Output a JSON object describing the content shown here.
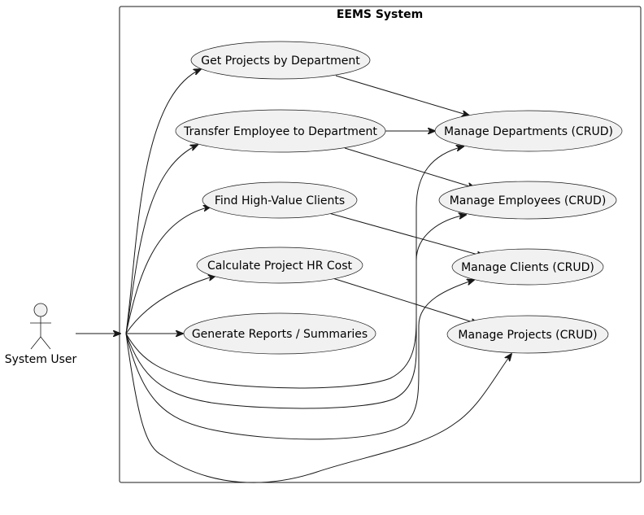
{
  "system": {
    "title": "EEMS System"
  },
  "actor": {
    "label": "System User"
  },
  "use_cases": {
    "get_projects_by_department": "Get Projects by Department",
    "transfer_employee": "Transfer Employee to Department",
    "find_high_value_clients": "Find High-Value Clients",
    "calculate_project_hr_cost": "Calculate Project HR Cost",
    "generate_reports": "Generate Reports / Summaries",
    "manage_departments": "Manage Departments (CRUD)",
    "manage_employees": "Manage Employees (CRUD)",
    "manage_clients": "Manage Clients (CRUD)",
    "manage_projects": "Manage Projects (CRUD)"
  }
}
